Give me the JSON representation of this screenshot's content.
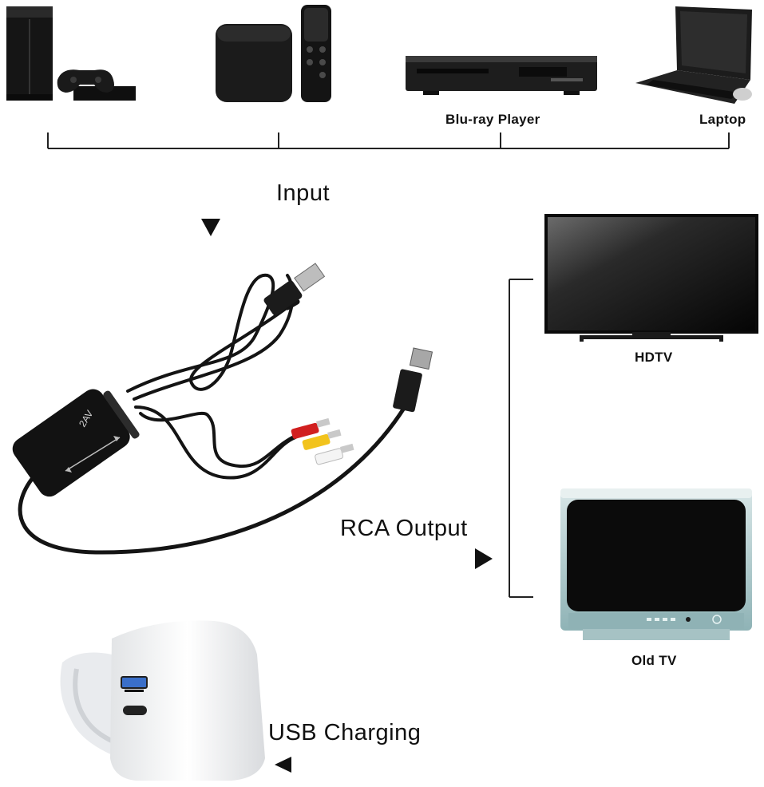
{
  "sources": {
    "bluray_label": "Blu-ray Player",
    "laptop_label": "Laptop"
  },
  "flow": {
    "input_label": "Input",
    "rca_output_label": "RCA Output",
    "usb_charging_label": "USB Charging"
  },
  "outputs": {
    "hdtv_label": "HDTV",
    "old_tv_label": "Old TV"
  },
  "adapter": {
    "housing_text": "2AV"
  },
  "colors": {
    "rca_red": "#d11f1f",
    "rca_yellow": "#f2c31c",
    "rca_white": "#f4f4f4",
    "cable_black": "#141414",
    "old_tv_bezel": "#a9c4c6"
  },
  "icons": [
    "playstation-console-icon",
    "apple-tv-box-icon",
    "apple-tv-remote-icon",
    "bluray-player-icon",
    "laptop-icon",
    "usb-plug-icon",
    "hdmi-plug-icon",
    "rca-plugs-icon",
    "hdtv-icon",
    "old-tv-icon",
    "usb-wall-charger-icon"
  ]
}
